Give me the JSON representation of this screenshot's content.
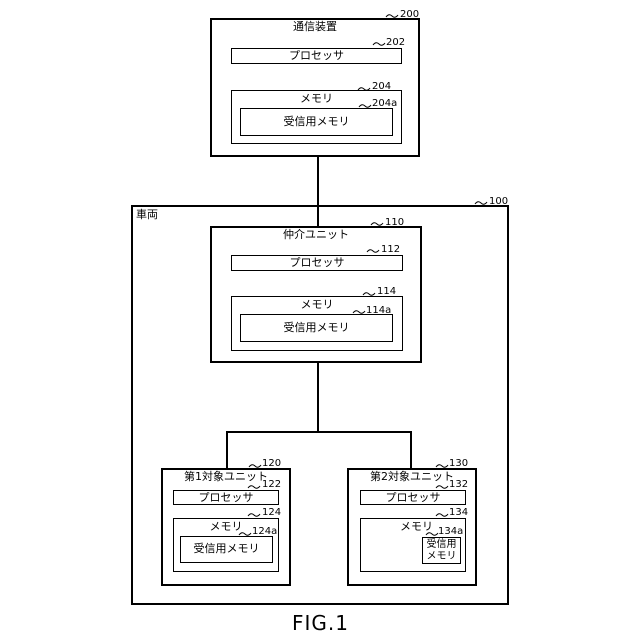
{
  "comm_device": {
    "title": "通信装置",
    "ref": "200",
    "processor": {
      "label": "プロセッサ",
      "ref": "202"
    },
    "memory": {
      "label": "メモリ",
      "ref": "204",
      "recv": {
        "label": "受信用メモリ",
        "ref": "204a"
      }
    }
  },
  "vehicle": {
    "title": "車両",
    "ref": "100",
    "mediator": {
      "title": "仲介ユニット",
      "ref": "110",
      "processor": {
        "label": "プロセッサ",
        "ref": "112"
      },
      "memory": {
        "label": "メモリ",
        "ref": "114",
        "recv": {
          "label": "受信用メモリ",
          "ref": "114a"
        }
      }
    },
    "target1": {
      "title": "第1対象ユニット",
      "ref": "120",
      "processor": {
        "label": "プロセッサ",
        "ref": "122"
      },
      "memory": {
        "label": "メモリ",
        "ref": "124",
        "recv": {
          "label": "受信用メモリ",
          "ref": "124a"
        }
      }
    },
    "target2": {
      "title": "第2対象ユニット",
      "ref": "130",
      "processor": {
        "label": "プロセッサ",
        "ref": "132"
      },
      "memory": {
        "label": "メモリ",
        "ref": "134",
        "recv": {
          "line1": "受信用",
          "line2": "メモリ",
          "ref": "134a"
        }
      }
    }
  },
  "figure_label": "FIG.1"
}
